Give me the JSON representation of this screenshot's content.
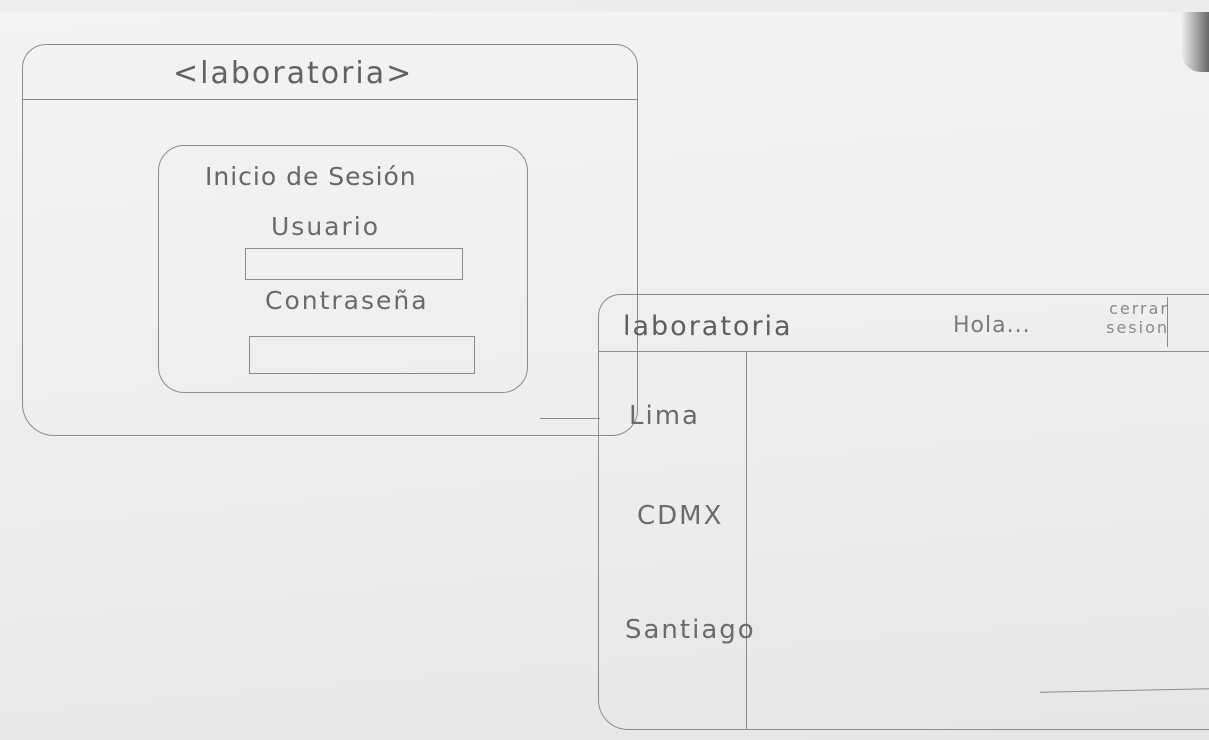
{
  "login_screen": {
    "brand": "<laboratoria>",
    "card_title": "Inicio de Sesión",
    "username_label": "Usuario",
    "username_value": "",
    "password_label": "Contraseña",
    "password_value": ""
  },
  "dashboard_screen": {
    "brand": "laboratoria",
    "greeting": "Hola...",
    "logout_line1": "cerrar",
    "logout_line2": "sesion",
    "sidebar": {
      "items": [
        {
          "label": "Lima"
        },
        {
          "label": "CDMX"
        },
        {
          "label": "Santiago"
        }
      ]
    }
  }
}
